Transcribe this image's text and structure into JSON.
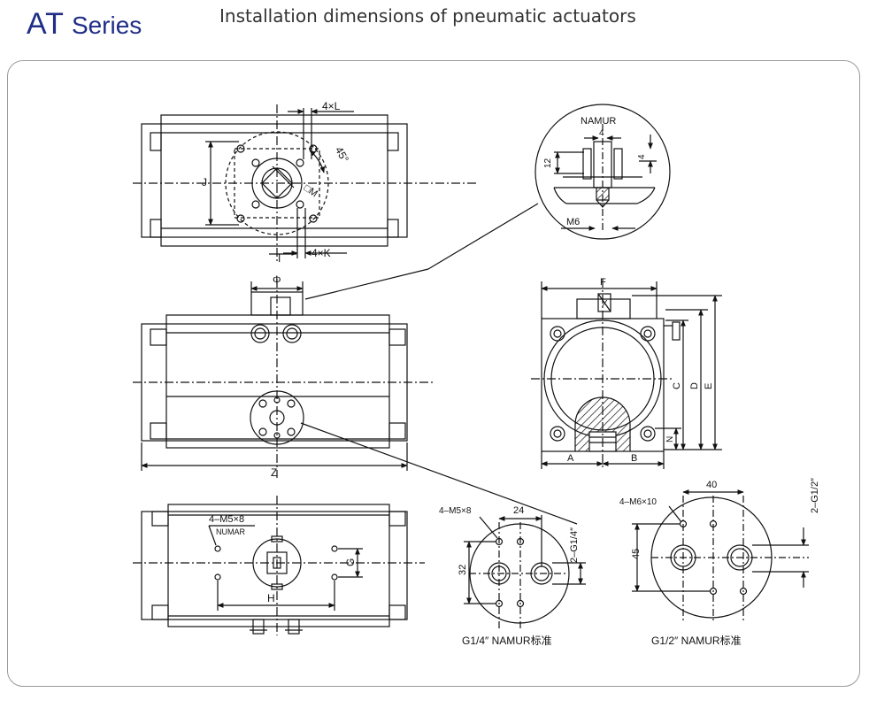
{
  "header": {
    "brand_at": "AT",
    "brand_series": "Series",
    "subtitle": "Installation dimensions of pneumatic actuators"
  },
  "labels": {
    "top_4xL": "4×L",
    "top_45deg": "45°",
    "top_square_m": "□M",
    "top_J": "J",
    "top_I": "I",
    "top_4xK": "4×K",
    "namur_title": "NAMUR",
    "namur_4_top": "4",
    "namur_4_right": "4",
    "namur_12": "12",
    "namur_m6": "M6",
    "front_phi": "Φ",
    "front_Z": "Z",
    "side_F": "F",
    "side_X": "X",
    "side_C": "C",
    "side_D": "D",
    "side_E": "E",
    "side_N": "N",
    "side_A": "A",
    "side_B": "B",
    "bottom_4m5x8": "4–M5×8",
    "bottom_numar": "NUMAR",
    "bottom_H": "H",
    "bottom_G": "G",
    "g14_4m5x8": "4–M5×8",
    "g14_24": "24",
    "g14_32": "32",
    "g14_2g14": "2–G1/4″",
    "g14_caption": "G1/4″  NAMUR标准",
    "g12_4m6x10": "4–M6×10",
    "g12_40": "40",
    "g12_45": "45",
    "g12_2g12": "2–G1/2″",
    "g12_caption": "G1/2″  NAMUR标准"
  },
  "colors": {
    "brand": "#1f2d86",
    "line": "#111111",
    "frame": "#9a9a9a"
  }
}
